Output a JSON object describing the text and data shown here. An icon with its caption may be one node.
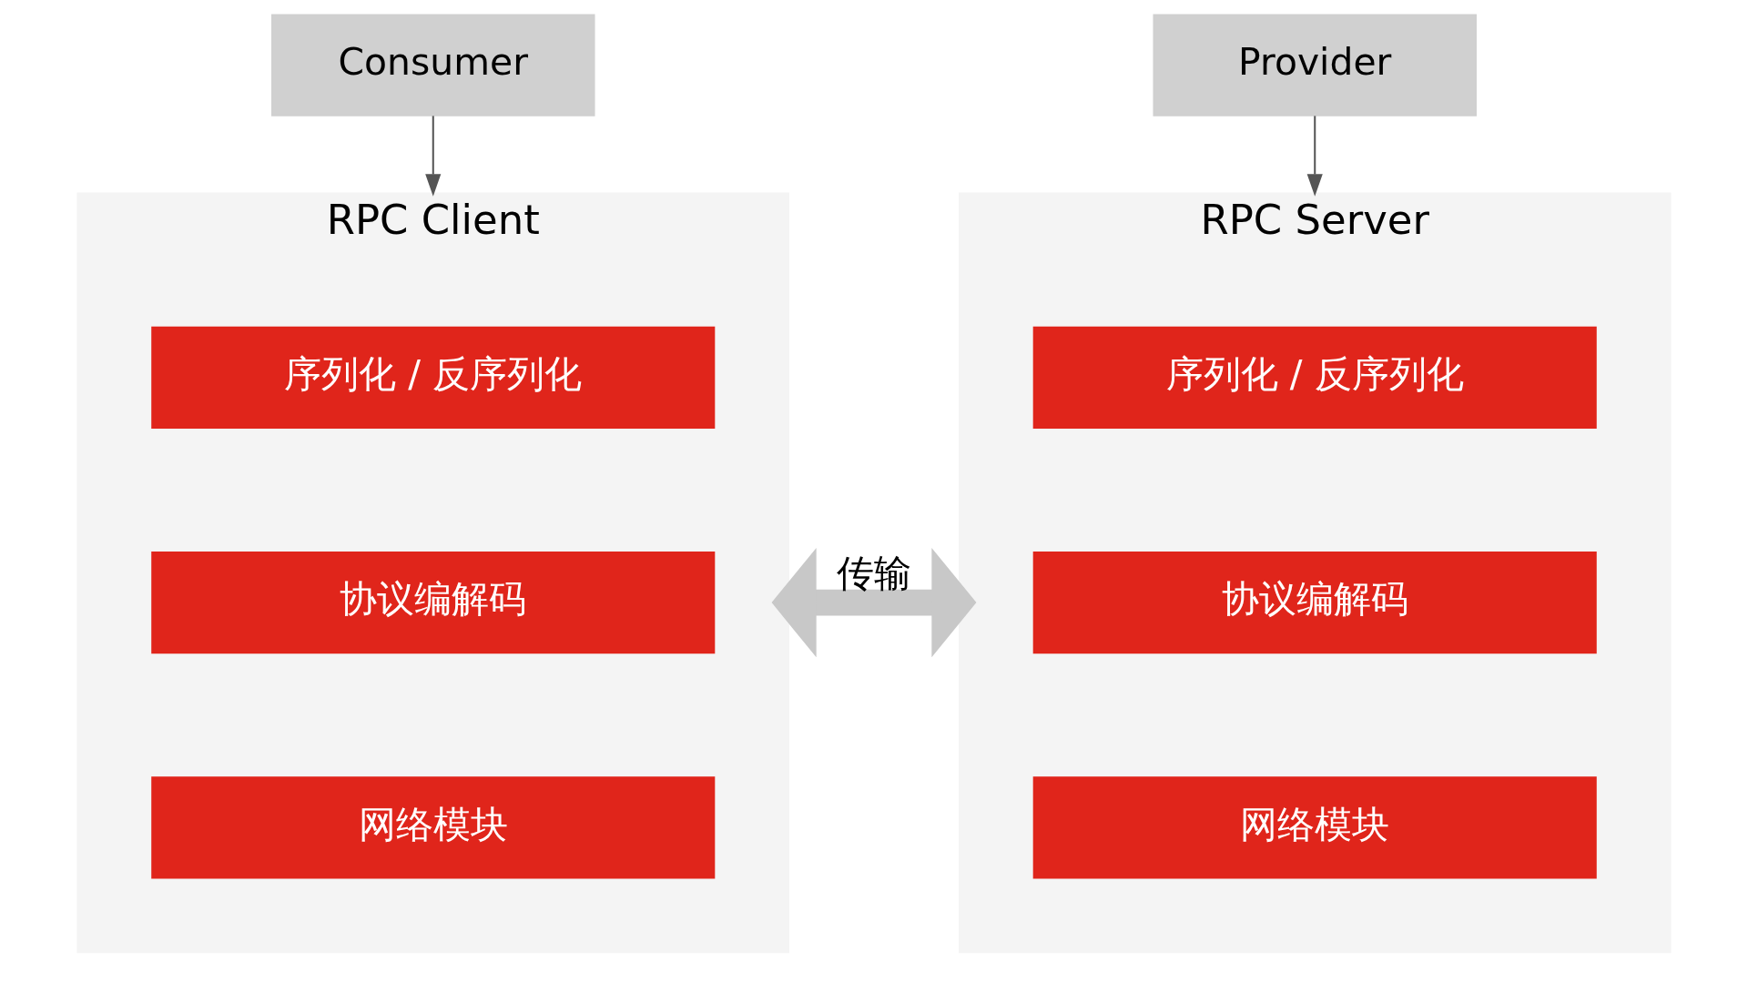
{
  "diagram": {
    "nodes": [
      {
        "text": [
          "Consumer"
        ]
      },
      {
        "text": [
          "RPC Client"
        ]
      },
      {
        "text": [
          "序列化 / 反序列化"
        ],
        "in": 1
      },
      {
        "text": [
          "协议编解码"
        ],
        "in": 1
      },
      {
        "text": [
          "网络模块"
        ],
        "in": 1
      },
      {
        "text": [
          "Provider"
        ]
      },
      {
        "text": [
          "RPC Server"
        ]
      },
      {
        "text": [
          "序列化 / 反序列化"
        ],
        "in": 6
      },
      {
        "text": [
          "协议编解码"
        ],
        "in": 6
      },
      {
        "text": [
          "网络模块"
        ],
        "in": 6
      }
    ],
    "edges": [
      {
        "from": 0,
        "to": 1,
        "arrow": "to"
      },
      {
        "from": 5,
        "to": 6,
        "arrow": "to"
      },
      {
        "from": 1,
        "to": 6,
        "arrow": "both",
        "label": "传输",
        "style": "thick",
        "color": "#c8c8c8"
      }
    ]
  }
}
